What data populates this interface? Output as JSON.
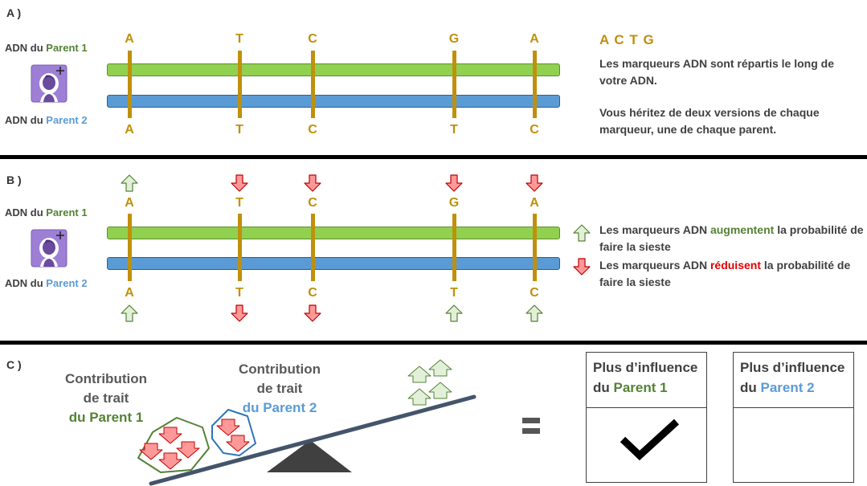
{
  "panel_a": {
    "label": "A )",
    "parent1_prefix": "ADN du ",
    "parent1_name": "Parent 1",
    "parent2_prefix": "ADN du ",
    "parent2_name": "Parent 2",
    "top_letters": [
      "A",
      "T",
      "C",
      "G",
      "A"
    ],
    "bottom_letters": [
      "A",
      "T",
      "C",
      "T",
      "C"
    ],
    "legend_letters": "A C T G",
    "text1": "Les marqueurs ADN sont répartis le long de votre ADN.",
    "text2": "Vous héritez de deux versions de chaque marqueur, une de chaque parent."
  },
  "panel_b": {
    "label": "B )",
    "parent1_prefix": "ADN du ",
    "parent1_name": "Parent 1",
    "parent2_prefix": "ADN du ",
    "parent2_name": "Parent 2",
    "top_letters": [
      "A",
      "T",
      "C",
      "G",
      "A"
    ],
    "bottom_letters": [
      "A",
      "T",
      "C",
      "T",
      "C"
    ],
    "top_arrows": [
      "up",
      "down",
      "down",
      "down",
      "down"
    ],
    "bottom_arrows": [
      "up",
      "down",
      "down",
      "up",
      "up"
    ],
    "legend_up_prefix": "Les marqueurs ADN ",
    "legend_up_keyword": "augmentent",
    "legend_up_suffix": " la probabilité de faire la sieste",
    "legend_down_prefix": "Les marqueurs ADN ",
    "legend_down_keyword": "réduisent",
    "legend_down_suffix": " la probabilité de faire la sieste"
  },
  "panel_c": {
    "label": "C )",
    "contrib1_line1": "Contribution",
    "contrib1_line2": "de trait",
    "contrib1_line3": "du Parent 1",
    "contrib2_line1": "Contribution",
    "contrib2_line2": "de trait",
    "contrib2_line3": "du Parent 2",
    "influence1_line1": "Plus d’influence",
    "influence1_prefix": "du ",
    "influence1_name": "Parent 1",
    "influence2_line1": "Plus d’influence",
    "influence2_prefix": "du ",
    "influence2_name": "Parent 2",
    "equals_symbol": "=",
    "selected": "Parent 1"
  },
  "colors": {
    "green_bar": "#92d050",
    "blue_bar": "#5b9bd5",
    "marker": "#c0900c",
    "parent1_text": "#548235",
    "parent2_text": "#5b9bd5",
    "arrow_up_fill": "#e2f0d9",
    "arrow_up_stroke": "#548235",
    "arrow_down_fill": "#ff9999",
    "arrow_down_stroke": "#c00000",
    "keyword_red": "#e00000",
    "avatar_bg": "#9e7fd6"
  },
  "icons": {
    "person": "person-add-icon",
    "check": "checkmark-icon"
  }
}
